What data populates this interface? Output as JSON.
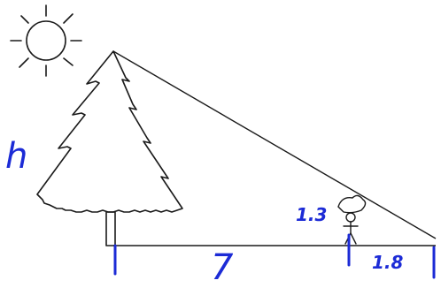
{
  "diagram": {
    "labels": {
      "tree_height": "h",
      "distance_tree_to_person": "7",
      "person_height": "1.3",
      "distance_person_to_shadow_tip": "1.8"
    },
    "icons": {
      "sun": "sun-icon",
      "tree": "pine-tree-icon",
      "person": "person-icon"
    },
    "colors": {
      "drawing": "#1a1a1a",
      "labels": "#1c2bd6"
    }
  }
}
